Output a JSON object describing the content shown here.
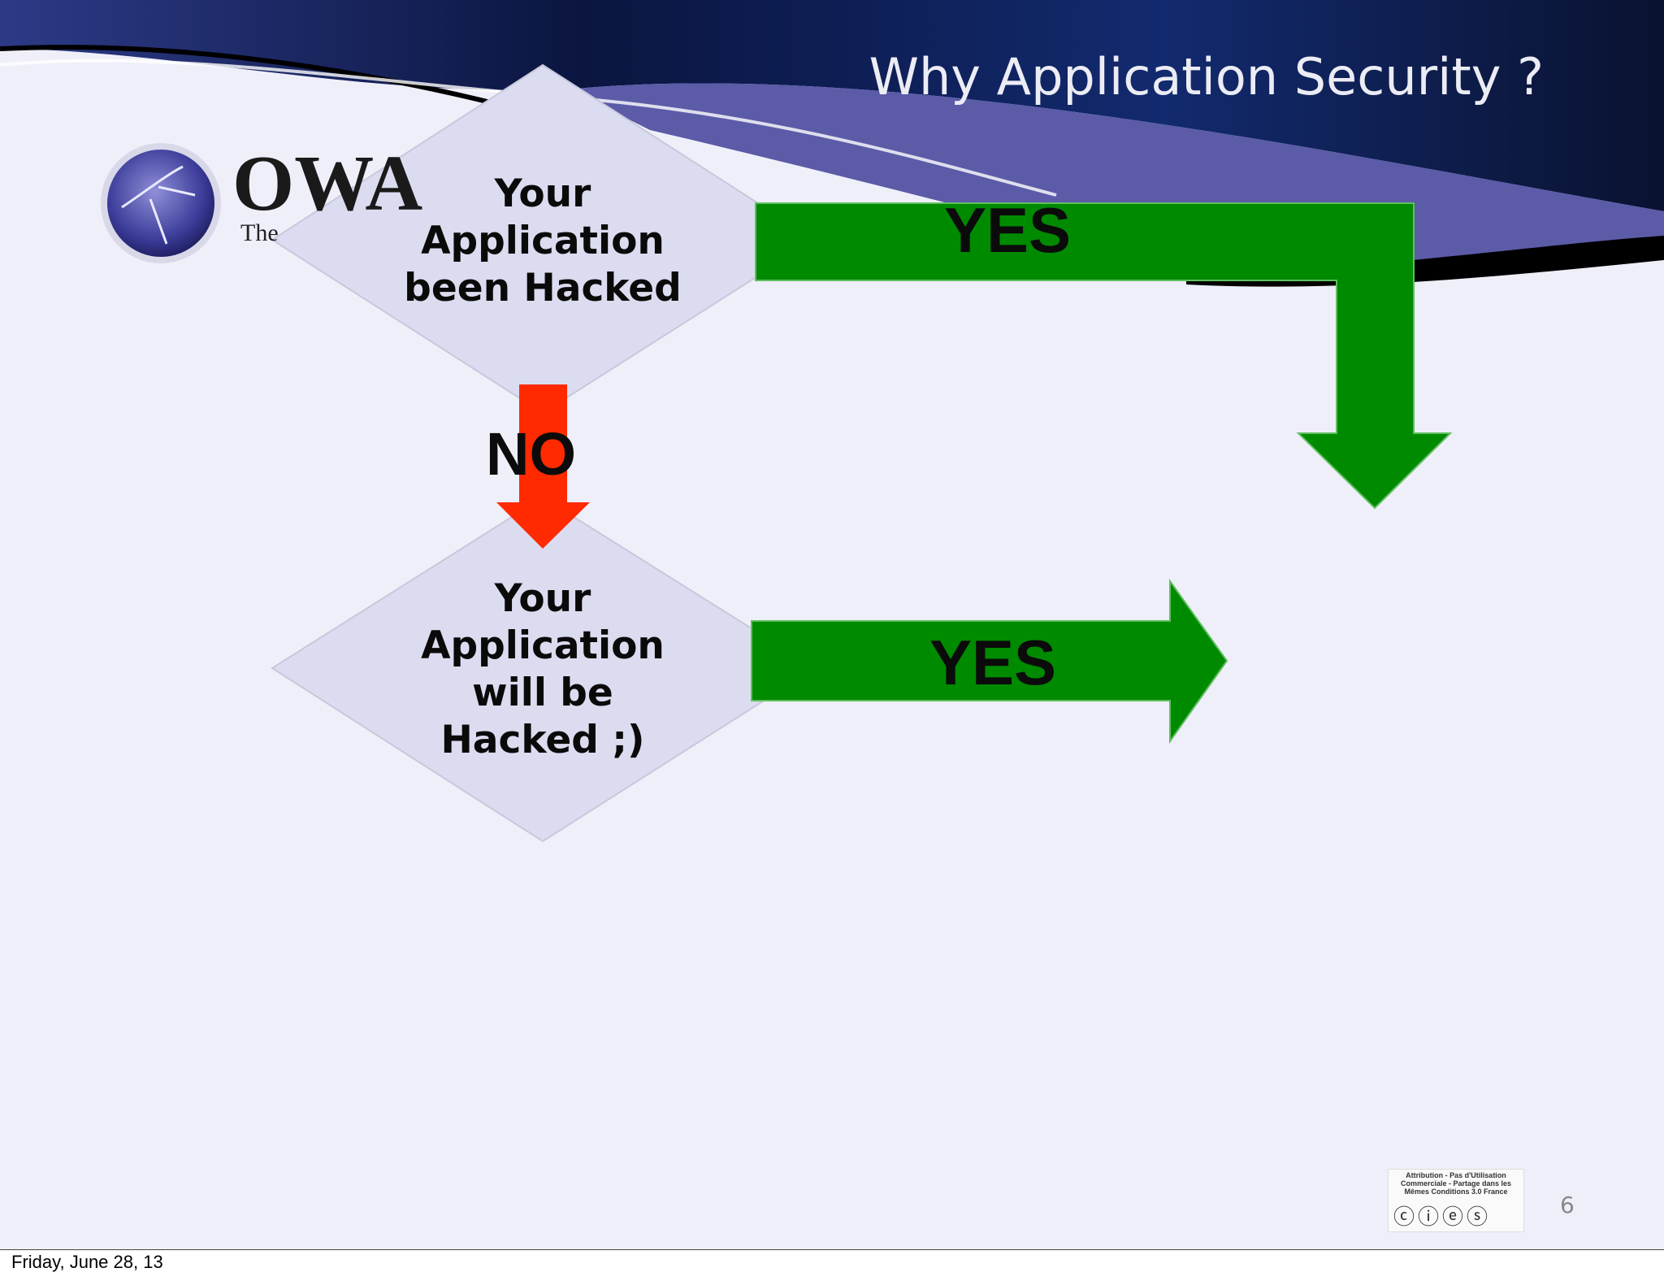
{
  "slide": {
    "title": "Why Application Security ?",
    "page_number": "6",
    "logo": {
      "word": "OWA",
      "subtitle": "The"
    },
    "license_badge": {
      "text": "Attribution - Pas d'Utilisation Commerciale - Partage dans les Mêmes Conditions 3.0 France",
      "icons": "ⓒⓘⓔⓢ"
    }
  },
  "diagram": {
    "decision1": [
      "Your",
      "Application",
      "been Hacked"
    ],
    "decision2": [
      "Your",
      "Application",
      "will be",
      "Hacked ;)"
    ],
    "yes_label_top": "YES",
    "yes_label_bottom": "YES",
    "no_label": "NO"
  },
  "colors": {
    "yes_arrow": "#008a00",
    "no_arrow": "#ff2a00",
    "decision_fill": "#dcdcf0",
    "header": "#0b1436"
  },
  "footer": {
    "date": "Friday, June 28, 13"
  }
}
